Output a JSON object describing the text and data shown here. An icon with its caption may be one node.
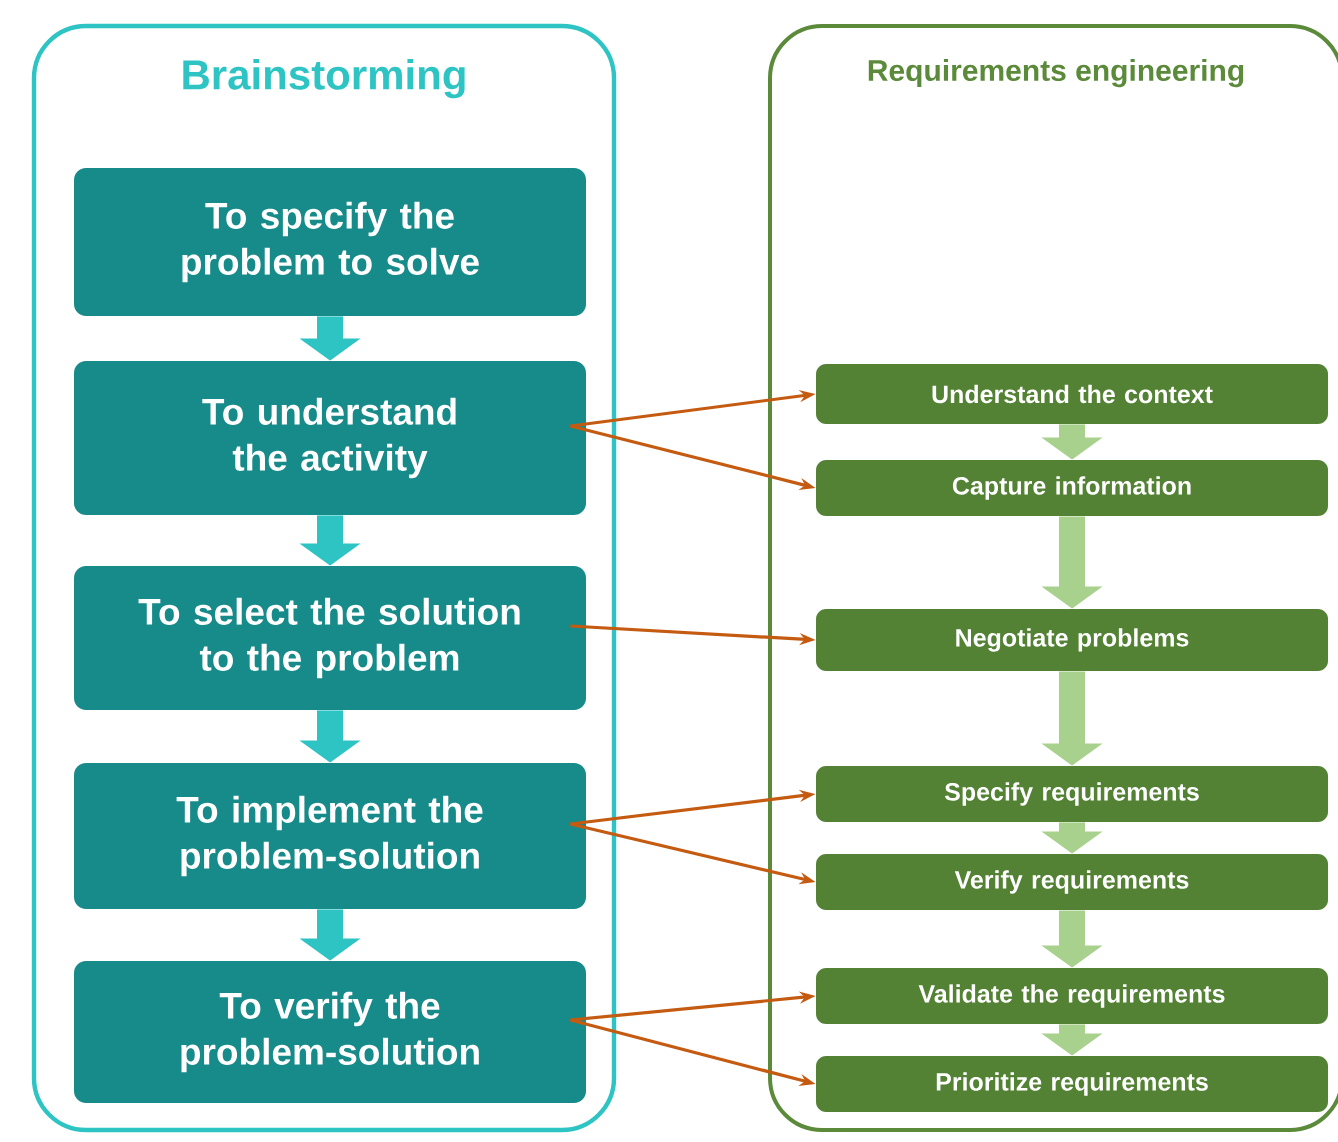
{
  "diagram": {
    "nodes": [
      {
        "text": [
          "Brainstorming"
        ]
      },
      {
        "text": [
          "To specify the problem to solve"
        ],
        "in": 0
      },
      {
        "text": [
          "To understand the activity"
        ],
        "in": 0
      },
      {
        "text": [
          "To select the solution to the problem"
        ],
        "in": 0
      },
      {
        "text": [
          "To implement the problem-solution"
        ],
        "in": 0
      },
      {
        "text": [
          "To verify the problem-solution"
        ],
        "in": 0
      },
      {
        "text": [
          "Requirements engineering"
        ]
      },
      {
        "text": [
          "Understand the context"
        ],
        "in": 6
      },
      {
        "text": [
          "Capture information"
        ],
        "in": 6
      },
      {
        "text": [
          "Negotiate problems"
        ],
        "in": 6
      },
      {
        "text": [
          "Specify requirements"
        ],
        "in": 6
      },
      {
        "text": [
          "Verify requirements"
        ],
        "in": 6
      },
      {
        "text": [
          "Validate the requirements"
        ],
        "in": 6
      },
      {
        "text": [
          "Prioritize requirements"
        ],
        "in": 6
      }
    ],
    "edges": [
      {
        "from": 1,
        "to": 2,
        "arrow": "to",
        "color": "#2ec4c4"
      },
      {
        "from": 2,
        "to": 3,
        "arrow": "to",
        "color": "#2ec4c4"
      },
      {
        "from": 3,
        "to": 4,
        "arrow": "to",
        "color": "#2ec4c4"
      },
      {
        "from": 4,
        "to": 5,
        "arrow": "to",
        "color": "#2ec4c4"
      },
      {
        "from": 7,
        "to": 8,
        "arrow": "to",
        "color": "#a9d18e"
      },
      {
        "from": 8,
        "to": 9,
        "arrow": "to",
        "color": "#a9d18e"
      },
      {
        "from": 9,
        "to": 10,
        "arrow": "to",
        "color": "#a9d18e"
      },
      {
        "from": 10,
        "to": 11,
        "arrow": "to",
        "color": "#a9d18e"
      },
      {
        "from": 11,
        "to": 12,
        "arrow": "to",
        "color": "#a9d18e"
      },
      {
        "from": 12,
        "to": 13,
        "arrow": "to",
        "color": "#a9d18e"
      },
      {
        "from": 2,
        "to": 7,
        "arrow": "to",
        "color": "#c55a11"
      },
      {
        "from": 2,
        "to": 8,
        "arrow": "to",
        "color": "#c55a11"
      },
      {
        "from": 3,
        "to": 9,
        "arrow": "to",
        "color": "#c55a11"
      },
      {
        "from": 4,
        "to": 10,
        "arrow": "to",
        "color": "#c55a11"
      },
      {
        "from": 4,
        "to": 11,
        "arrow": "to",
        "color": "#c55a11"
      },
      {
        "from": 5,
        "to": 12,
        "arrow": "to",
        "color": "#c55a11"
      },
      {
        "from": 5,
        "to": 13,
        "arrow": "to",
        "color": "#c55a11"
      }
    ]
  }
}
